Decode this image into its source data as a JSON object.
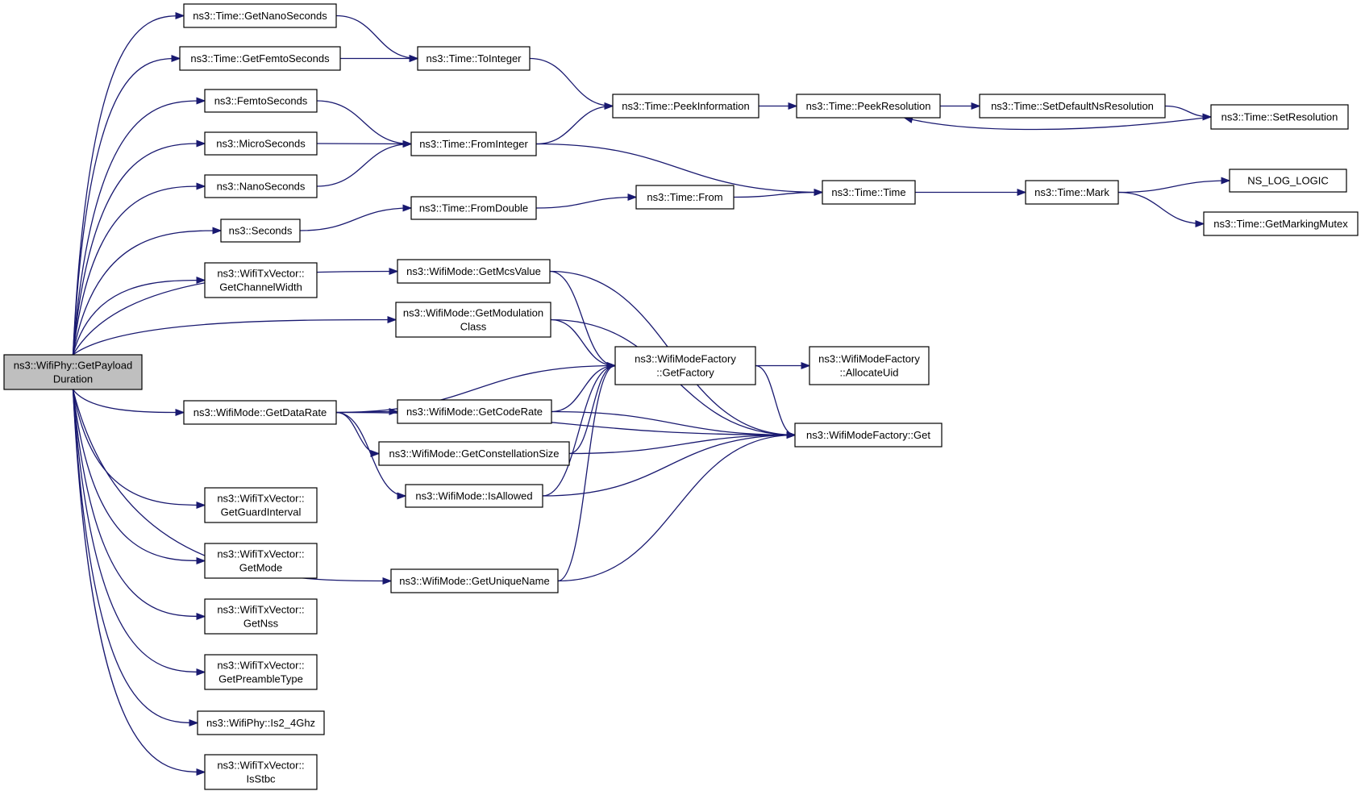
{
  "graph": {
    "nodes": [
      {
        "id": "root",
        "lines": [
          "ns3::WifiPhy::GetPayload",
          "Duration"
        ],
        "root": true
      },
      {
        "id": "getNanoSeconds",
        "lines": [
          "ns3::Time::GetNanoSeconds"
        ]
      },
      {
        "id": "getFemtoSeconds",
        "lines": [
          "ns3::Time::GetFemtoSeconds"
        ]
      },
      {
        "id": "femtoSeconds",
        "lines": [
          "ns3::FemtoSeconds"
        ]
      },
      {
        "id": "microSeconds",
        "lines": [
          "ns3::MicroSeconds"
        ]
      },
      {
        "id": "nanoSeconds",
        "lines": [
          "ns3::NanoSeconds"
        ]
      },
      {
        "id": "seconds",
        "lines": [
          "ns3::Seconds"
        ]
      },
      {
        "id": "getChannelWidth",
        "lines": [
          "ns3::WifiTxVector::",
          "GetChannelWidth"
        ]
      },
      {
        "id": "getDataRate",
        "lines": [
          "ns3::WifiMode::GetDataRate"
        ]
      },
      {
        "id": "getGuardInterval",
        "lines": [
          "ns3::WifiTxVector::",
          "GetGuardInterval"
        ]
      },
      {
        "id": "getMode",
        "lines": [
          "ns3::WifiTxVector::",
          "GetMode"
        ]
      },
      {
        "id": "getNss",
        "lines": [
          "ns3::WifiTxVector::",
          "GetNss"
        ]
      },
      {
        "id": "getPreambleType",
        "lines": [
          "ns3::WifiTxVector::",
          "GetPreambleType"
        ]
      },
      {
        "id": "is2_4Ghz",
        "lines": [
          "ns3::WifiPhy::Is2_4Ghz"
        ]
      },
      {
        "id": "isStbc",
        "lines": [
          "ns3::WifiTxVector::",
          "IsStbc"
        ]
      },
      {
        "id": "toInteger",
        "lines": [
          "ns3::Time::ToInteger"
        ]
      },
      {
        "id": "fromInteger",
        "lines": [
          "ns3::Time::FromInteger"
        ]
      },
      {
        "id": "fromDouble",
        "lines": [
          "ns3::Time::FromDouble"
        ]
      },
      {
        "id": "getMcsValue",
        "lines": [
          "ns3::WifiMode::GetMcsValue"
        ]
      },
      {
        "id": "getModulationClass",
        "lines": [
          "ns3::WifiMode::GetModulation",
          "Class"
        ]
      },
      {
        "id": "getCodeRate",
        "lines": [
          "ns3::WifiMode::GetCodeRate"
        ]
      },
      {
        "id": "getConstellationSize",
        "lines": [
          "ns3::WifiMode::GetConstellationSize"
        ]
      },
      {
        "id": "isAllowed",
        "lines": [
          "ns3::WifiMode::IsAllowed"
        ]
      },
      {
        "id": "getUniqueName",
        "lines": [
          "ns3::WifiMode::GetUniqueName"
        ]
      },
      {
        "id": "peekInformation",
        "lines": [
          "ns3::Time::PeekInformation"
        ]
      },
      {
        "id": "from",
        "lines": [
          "ns3::Time::From"
        ]
      },
      {
        "id": "getFactory",
        "lines": [
          "ns3::WifiModeFactory",
          "::GetFactory"
        ]
      },
      {
        "id": "peekResolution",
        "lines": [
          "ns3::Time::PeekResolution"
        ]
      },
      {
        "id": "timeTime",
        "lines": [
          "ns3::Time::Time"
        ]
      },
      {
        "id": "allocateUid",
        "lines": [
          "ns3::WifiModeFactory",
          "::AllocateUid"
        ]
      },
      {
        "id": "factoryGet",
        "lines": [
          "ns3::WifiModeFactory::Get"
        ]
      },
      {
        "id": "setDefaultNsResolution",
        "lines": [
          "ns3::Time::SetDefaultNsResolution"
        ]
      },
      {
        "id": "mark",
        "lines": [
          "ns3::Time::Mark"
        ]
      },
      {
        "id": "setResolution",
        "lines": [
          "ns3::Time::SetResolution"
        ]
      },
      {
        "id": "nsLogLogic",
        "lines": [
          "NS_LOG_LOGIC"
        ]
      },
      {
        "id": "getMarkingMutex",
        "lines": [
          "ns3::Time::GetMarkingMutex"
        ]
      }
    ],
    "edges": [
      [
        "root",
        "getNanoSeconds"
      ],
      [
        "root",
        "getFemtoSeconds"
      ],
      [
        "root",
        "femtoSeconds"
      ],
      [
        "root",
        "microSeconds"
      ],
      [
        "root",
        "nanoSeconds"
      ],
      [
        "root",
        "seconds"
      ],
      [
        "root",
        "getChannelWidth"
      ],
      [
        "root",
        "getMcsValue"
      ],
      [
        "root",
        "getModulationClass"
      ],
      [
        "root",
        "getDataRate"
      ],
      [
        "root",
        "getUniqueName"
      ],
      [
        "root",
        "getGuardInterval"
      ],
      [
        "root",
        "getMode"
      ],
      [
        "root",
        "getNss"
      ],
      [
        "root",
        "getPreambleType"
      ],
      [
        "root",
        "is2_4Ghz"
      ],
      [
        "root",
        "isStbc"
      ],
      [
        "getNanoSeconds",
        "toInteger"
      ],
      [
        "getFemtoSeconds",
        "toInteger"
      ],
      [
        "toInteger",
        "peekInformation"
      ],
      [
        "femtoSeconds",
        "fromInteger"
      ],
      [
        "microSeconds",
        "fromInteger"
      ],
      [
        "nanoSeconds",
        "fromInteger"
      ],
      [
        "fromInteger",
        "peekInformation"
      ],
      [
        "fromInteger",
        "timeTime"
      ],
      [
        "seconds",
        "fromDouble"
      ],
      [
        "fromDouble",
        "from"
      ],
      [
        "from",
        "timeTime"
      ],
      [
        "peekInformation",
        "peekResolution"
      ],
      [
        "peekResolution",
        "setDefaultNsResolution"
      ],
      [
        "setDefaultNsResolution",
        "setResolution"
      ],
      [
        "setResolution",
        "peekResolution"
      ],
      [
        "timeTime",
        "mark"
      ],
      [
        "mark",
        "nsLogLogic"
      ],
      [
        "mark",
        "getMarkingMutex"
      ],
      [
        "getMcsValue",
        "getFactory"
      ],
      [
        "getMcsValue",
        "factoryGet"
      ],
      [
        "getModulationClass",
        "getFactory"
      ],
      [
        "getModulationClass",
        "factoryGet"
      ],
      [
        "getDataRate",
        "getFactory"
      ],
      [
        "getDataRate",
        "getCodeRate"
      ],
      [
        "getDataRate",
        "getConstellationSize"
      ],
      [
        "getDataRate",
        "isAllowed"
      ],
      [
        "getDataRate",
        "factoryGet"
      ],
      [
        "getCodeRate",
        "getFactory"
      ],
      [
        "getCodeRate",
        "factoryGet"
      ],
      [
        "getConstellationSize",
        "getFactory"
      ],
      [
        "getConstellationSize",
        "factoryGet"
      ],
      [
        "isAllowed",
        "getFactory"
      ],
      [
        "isAllowed",
        "factoryGet"
      ],
      [
        "getUniqueName",
        "getFactory"
      ],
      [
        "getUniqueName",
        "factoryGet"
      ],
      [
        "getFactory",
        "allocateUid"
      ],
      [
        "getFactory",
        "factoryGet"
      ]
    ]
  },
  "colors": {
    "edge": "#191970",
    "root_fill": "#bfbfbf",
    "node_fill": "#ffffff",
    "node_border": "#000000"
  }
}
